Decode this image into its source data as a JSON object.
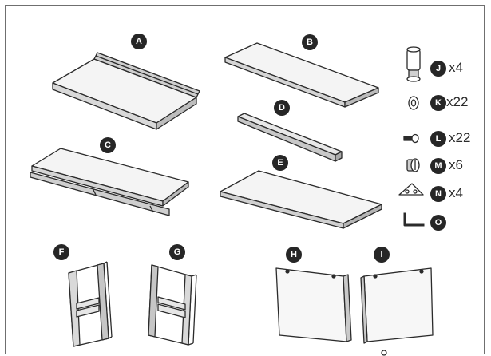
{
  "parts": [
    {
      "id": "A",
      "label": "A",
      "qty": ""
    },
    {
      "id": "B",
      "label": "B",
      "qty": ""
    },
    {
      "id": "C",
      "label": "C",
      "qty": ""
    },
    {
      "id": "D",
      "label": "D",
      "qty": ""
    },
    {
      "id": "E",
      "label": "E",
      "qty": ""
    },
    {
      "id": "F",
      "label": "F",
      "qty": ""
    },
    {
      "id": "G",
      "label": "G",
      "qty": ""
    },
    {
      "id": "H",
      "label": "H",
      "qty": ""
    },
    {
      "id": "I",
      "label": "I",
      "qty": ""
    },
    {
      "id": "J",
      "label": "J",
      "qty": "x4"
    },
    {
      "id": "K",
      "label": "K",
      "qty": "x22"
    },
    {
      "id": "L",
      "label": "L",
      "qty": "x22"
    },
    {
      "id": "M",
      "label": "M",
      "qty": "x6"
    },
    {
      "id": "N",
      "label": "N",
      "qty": "x4"
    },
    {
      "id": "O",
      "label": "O",
      "qty": ""
    }
  ],
  "colors": {
    "line": "#2b2b2b",
    "badge": "#262626",
    "frame": "#6f6f6f"
  },
  "icons": {
    "J": "leveling-foot-icon",
    "K": "washer-icon",
    "L": "screw-icon",
    "M": "cam-lock-icon",
    "N": "corner-bracket-icon",
    "O": "allen-key-icon"
  }
}
